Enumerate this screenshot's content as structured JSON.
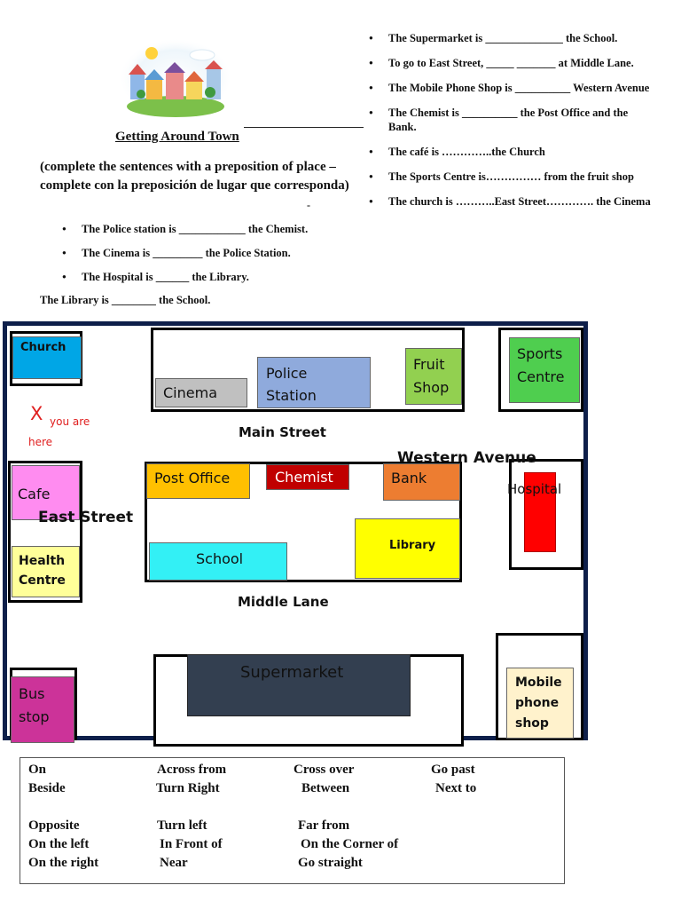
{
  "header": {
    "title": "Getting Around Town",
    "instructions": "(complete the sentences with a preposition of place –complete con la preposición de lugar que corresponda)",
    "dash_mark": "-"
  },
  "left_sentences": [
    "The Police station is ____________ the Chemist.",
    "The Cinema is _________ the Police Station.",
    "The Hospital is ______ the Library."
  ],
  "library_sentence": "The Library is ________ the School.",
  "right_sentences": [
    "The Supermarket is ______________ the School.",
    "To go to East Street, _____ _______ at Middle Lane.",
    "The Mobile Phone Shop is __________ Western Avenue",
    "The Chemist is __________ the Post Office and the Bank.",
    "The café is …………..the Church",
    "The Sports Centre  is…………… from the fruit shop",
    "The church is ………..East Street…………. the Cinema"
  ],
  "map": {
    "you_are_here_mark": "X",
    "you_are_here_text": "you are here",
    "streets": {
      "main": "Main Street",
      "western": "Western Avenue",
      "east": "East Street",
      "middle": "Middle Lane"
    },
    "buildings": {
      "church": "Church",
      "cinema": "Cinema",
      "police": "Police Station",
      "fruit_shop": "Fruit Shop",
      "sports_centre": "Sports Centre",
      "cafe": "Cafe",
      "post_office": "Post Office",
      "chemist": "Chemist",
      "bank": "Bank",
      "hospital": "Hospital",
      "health_centre": "Health Centre",
      "school": "School",
      "library": "Library",
      "bus_stop": "Bus stop",
      "supermarket": "Supermarket",
      "mobile_shop": "Mobile phone shop"
    },
    "colors": {
      "church": "#00a6e6",
      "cinema": "#c0c0c0",
      "police": "#8faadc",
      "fruit_shop": "#92d050",
      "sports_centre": "#4fce4f",
      "cafe": "#ff8cf0",
      "post_office": "#ffc000",
      "chemist": "#c00000",
      "bank": "#ed7d31",
      "hospital": "#ff0000",
      "health_centre": "#ffff99",
      "school": "#33f0f5",
      "library": "#ffff00",
      "bus_stop": "#cc3399",
      "supermarket": "#333f50",
      "mobile_shop": "#fff2cc",
      "map_border": "#0e1f4a"
    }
  },
  "vocabulary": [
    [
      "On",
      "Across from",
      "Cross over",
      "Go past"
    ],
    [
      "Beside",
      "Turn Right",
      "Between",
      "Next to"
    ],
    [
      "Opposite",
      "Turn left",
      "Far from",
      ""
    ],
    [
      "On the left",
      "In Front of",
      "On the Corner of",
      ""
    ],
    [
      "On the right",
      "Near",
      "Go straight",
      ""
    ]
  ]
}
